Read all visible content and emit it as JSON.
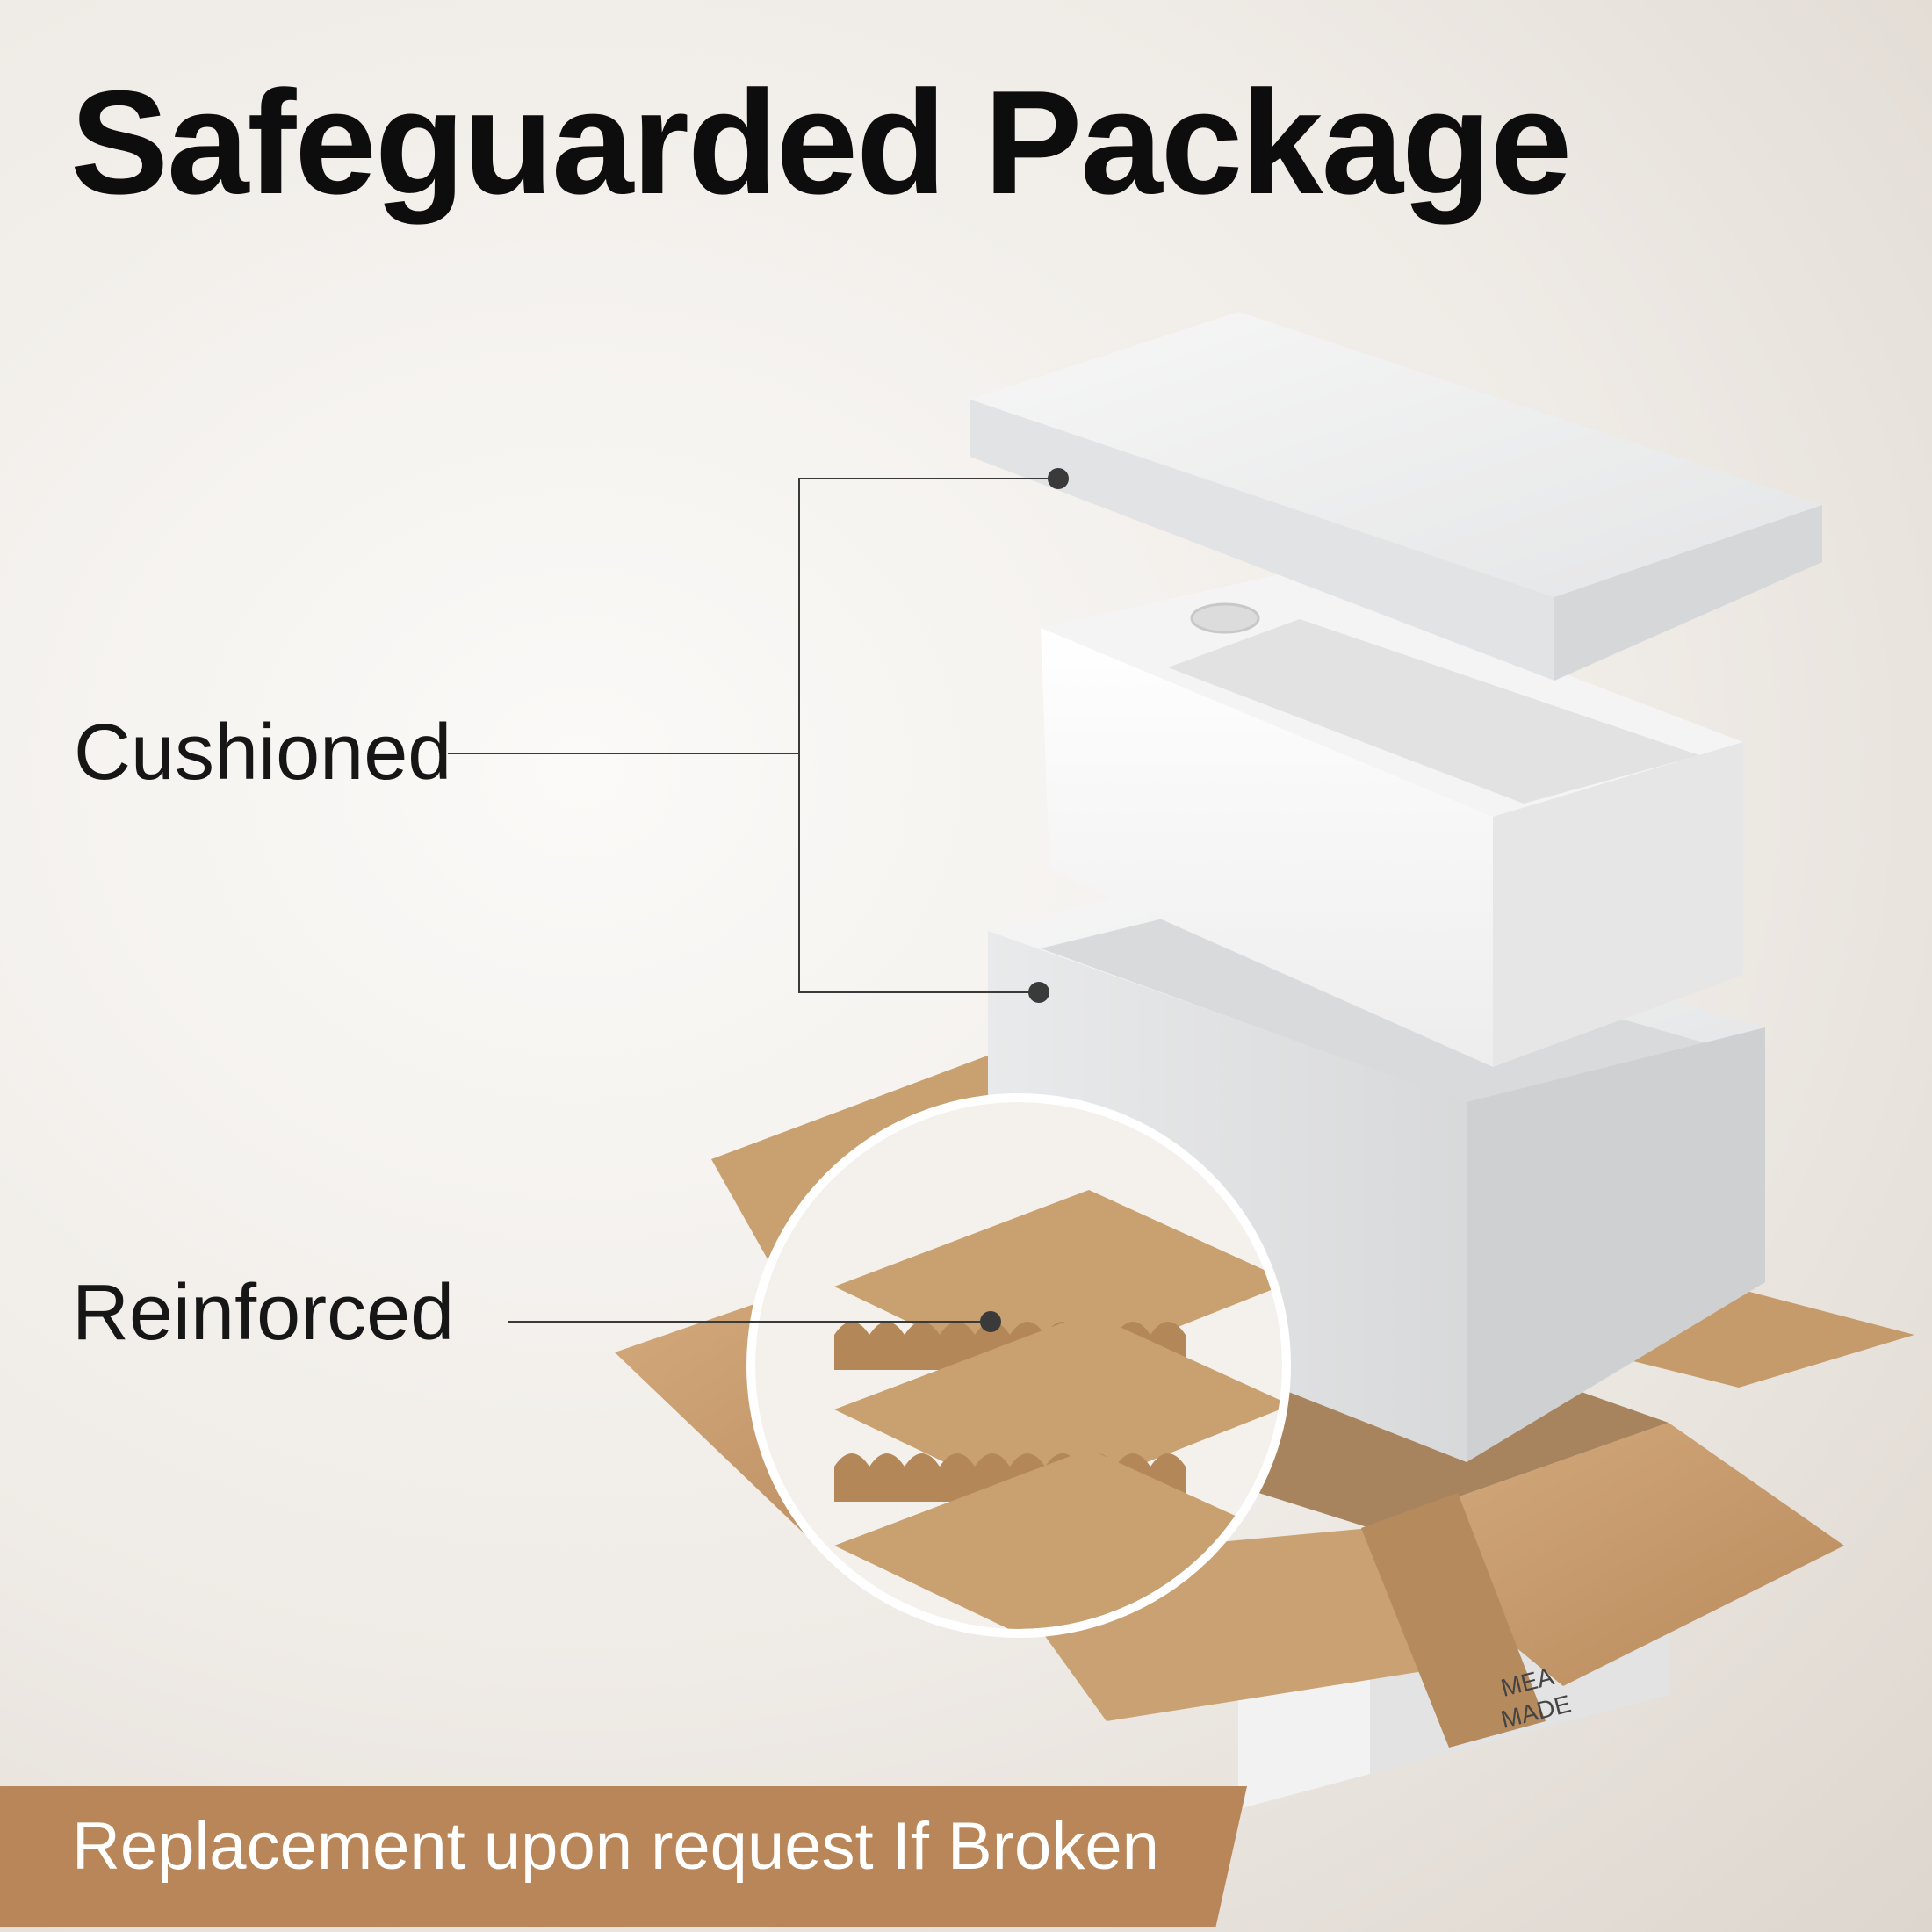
{
  "title": "Safeguarded Package",
  "callouts": {
    "cushioned": "Cushioned",
    "reinforced": "Reinforced"
  },
  "banner": {
    "text": "Replacement upon request If Broken"
  },
  "box_print": {
    "line1": "MEA",
    "line2": "MADE"
  },
  "colors": {
    "banner": "#b98659",
    "cardboard": "#c59a6c",
    "foam": "#ecedee",
    "title": "#0d0d0d"
  }
}
